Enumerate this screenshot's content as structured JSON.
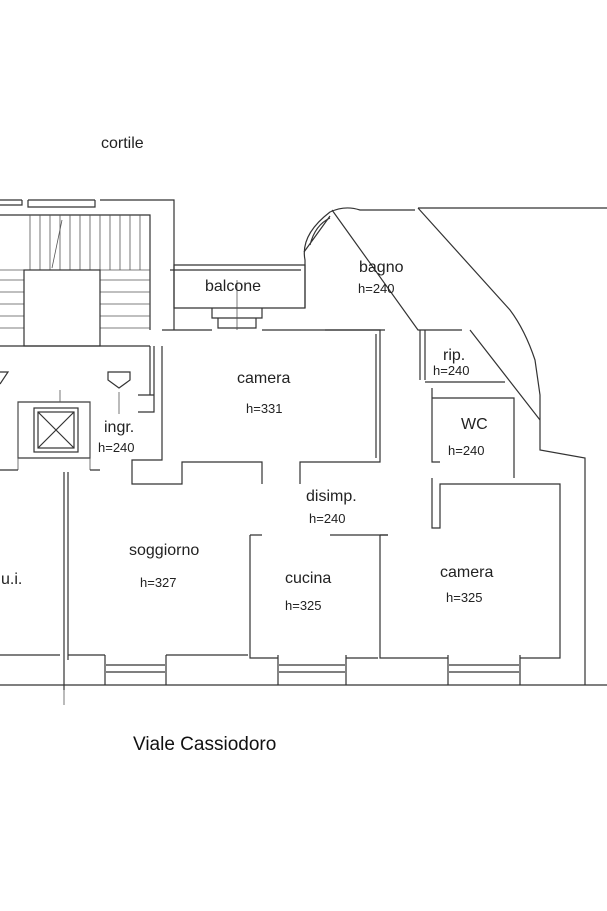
{
  "courtyard_label": "cortile",
  "street_label": "Viale Cassiodoro",
  "adjacent_unit_label": "u.i.",
  "rooms": {
    "balcone": {
      "name": "balcone"
    },
    "bagno": {
      "name": "bagno",
      "height": "h=240"
    },
    "camera_top": {
      "name": "camera",
      "height": "h=331"
    },
    "rip": {
      "name": "rip.",
      "height": "h=240"
    },
    "wc": {
      "name": "WC",
      "height": "h=240"
    },
    "ingr": {
      "name": "ingr.",
      "height": "h=240"
    },
    "disimp": {
      "name": "disimp.",
      "height": "h=240"
    },
    "soggiorno": {
      "name": "soggiorno",
      "height": "h=327"
    },
    "cucina": {
      "name": "cucina",
      "height": "h=325"
    },
    "camera_bottom": {
      "name": "camera",
      "height": "h=325"
    }
  },
  "icons": {
    "elevator": "elevator-icon",
    "stairs": "stairs-icon",
    "entry_arrow": "entry-arrow-icon"
  }
}
